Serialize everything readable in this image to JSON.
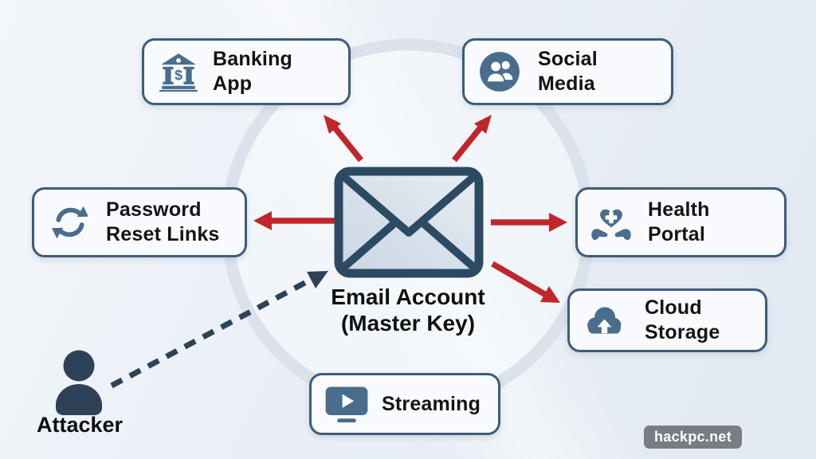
{
  "diagram": {
    "center": {
      "line1": "Email Account",
      "line2": "(Master Key)"
    },
    "attacker": {
      "label": "Attacker"
    },
    "watermark": {
      "text": "hackpc.net"
    },
    "nodes": [
      {
        "id": "banking-app",
        "icon": "bank-icon",
        "lines": [
          "Banking",
          "App"
        ]
      },
      {
        "id": "social-media",
        "icon": "users-icon",
        "lines": [
          "Social",
          "Media"
        ]
      },
      {
        "id": "password-reset",
        "icon": "sync-arrows-icon",
        "lines": [
          "Password",
          "Reset Links"
        ]
      },
      {
        "id": "health-portal",
        "icon": "heart-hands-icon",
        "lines": [
          "Health",
          "Portal"
        ]
      },
      {
        "id": "cloud-storage",
        "icon": "cloud-upload-icon",
        "lines": [
          "Cloud",
          "Storage"
        ]
      },
      {
        "id": "streaming",
        "icon": "tv-play-icon",
        "lines": [
          "Streaming"
        ]
      }
    ],
    "colors": {
      "arrow_red": "#c0262c",
      "node_border": "#3e5c7a",
      "icon_blue": "#4a6d8e",
      "envelope_outline": "#2d4a63",
      "attacker_navy": "#2d4258",
      "ring": "#dbe2eb"
    }
  }
}
